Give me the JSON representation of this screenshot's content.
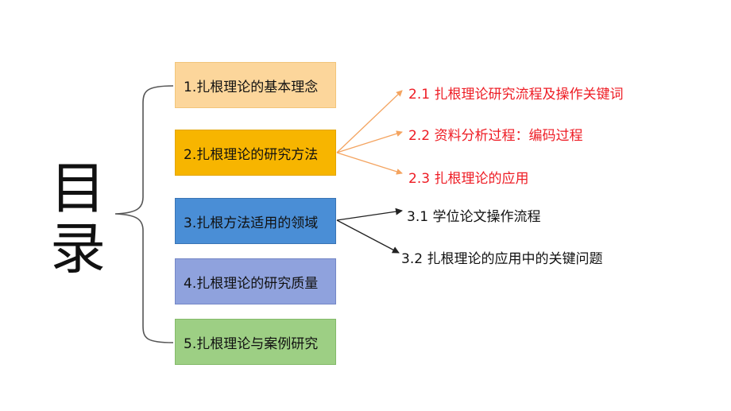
{
  "title": {
    "char1": "目",
    "char2": "录"
  },
  "sections": [
    {
      "label": "1.扎根理论的基本理念"
    },
    {
      "label": "2.扎根理论的研究方法"
    },
    {
      "label": "3.扎根方法适用的领域"
    },
    {
      "label": "4.扎根理论的研究质量"
    },
    {
      "label": "5.扎根理论与案例研究"
    }
  ],
  "subsections_2": [
    {
      "label": "2.1  扎根理论研究流程及操作关键词"
    },
    {
      "label": "2.2  资料分析过程：编码过程"
    },
    {
      "label": "2.3  扎根理论的应用"
    }
  ],
  "subsections_3": [
    {
      "label": "3.1  学位论文操作流程"
    },
    {
      "label": "3.2  扎根理论的应用中的关键问题"
    }
  ],
  "colors": {
    "box1": "#fcd69b",
    "box2": "#f7b500",
    "box3": "#4a8ed6",
    "box4": "#8fa2dd",
    "box5": "#9dcf84",
    "red_text": "#ee1c24",
    "orange_arrow": "#f4a460",
    "black_arrow": "#222222"
  }
}
